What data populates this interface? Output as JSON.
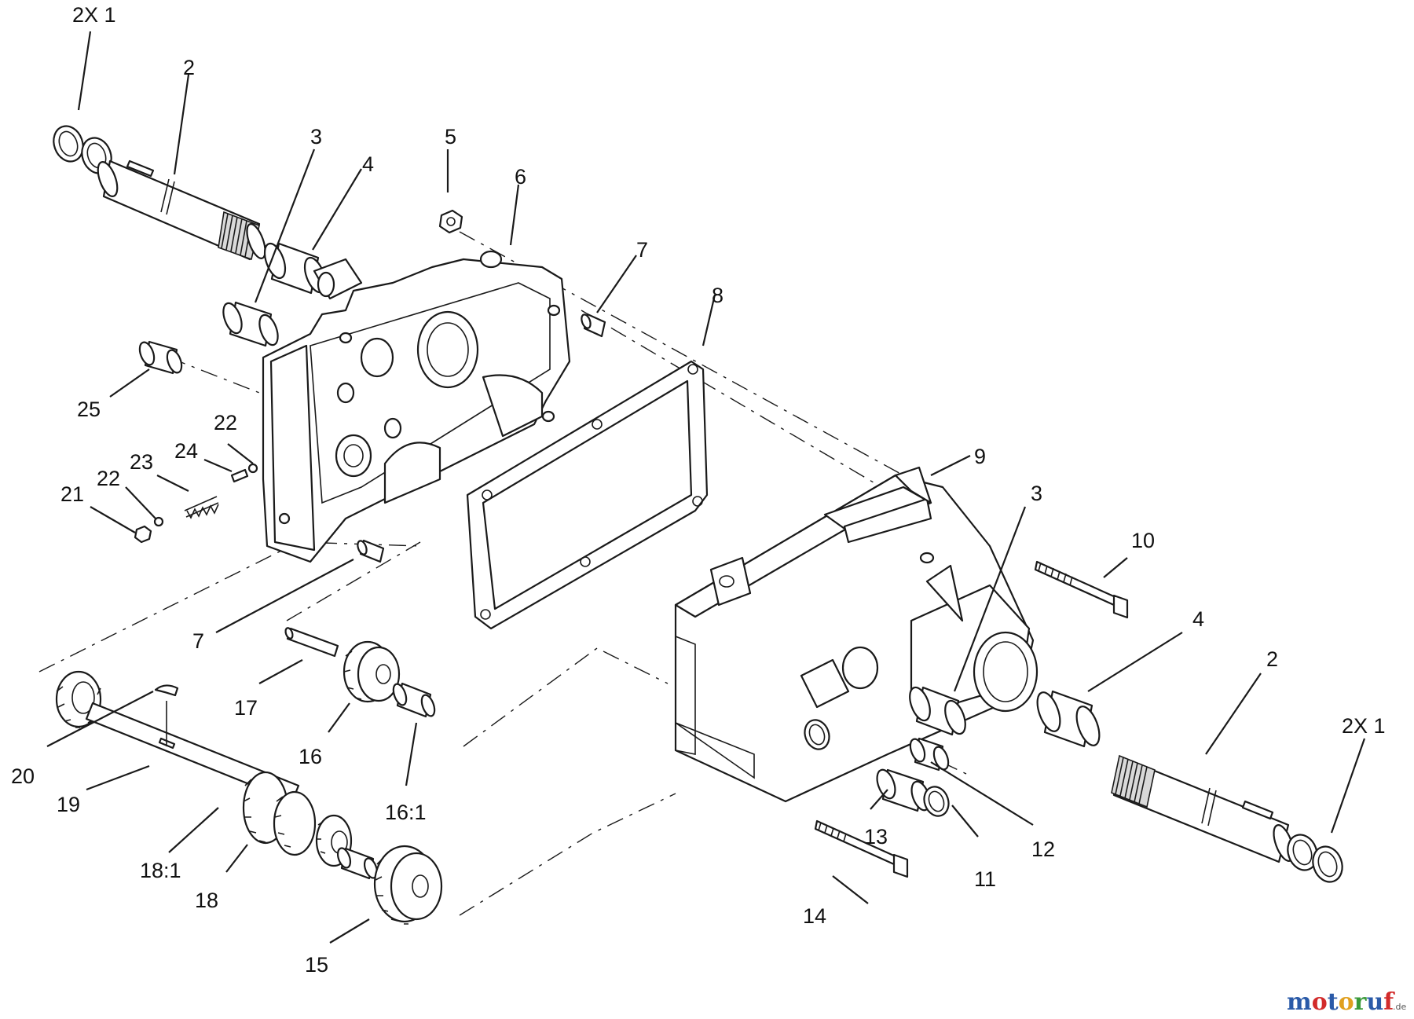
{
  "callouts": [
    {
      "id": "c-2x1-top",
      "text": "2X 1"
    },
    {
      "id": "c-2-top",
      "text": "2"
    },
    {
      "id": "c-3-top",
      "text": "3"
    },
    {
      "id": "c-4-top",
      "text": "4"
    },
    {
      "id": "c-5",
      "text": "5"
    },
    {
      "id": "c-6",
      "text": "6"
    },
    {
      "id": "c-7-top",
      "text": "7"
    },
    {
      "id": "c-8",
      "text": "8"
    },
    {
      "id": "c-25",
      "text": "25"
    },
    {
      "id": "c-22-top",
      "text": "22"
    },
    {
      "id": "c-24",
      "text": "24"
    },
    {
      "id": "c-23",
      "text": "23"
    },
    {
      "id": "c-22-left",
      "text": "22"
    },
    {
      "id": "c-21",
      "text": "21"
    },
    {
      "id": "c-9",
      "text": "9"
    },
    {
      "id": "c-3-right",
      "text": "3"
    },
    {
      "id": "c-10",
      "text": "10"
    },
    {
      "id": "c-4-right",
      "text": "4"
    },
    {
      "id": "c-2-right",
      "text": "2"
    },
    {
      "id": "c-2x1-right",
      "text": "2X 1"
    },
    {
      "id": "c-7-bottom",
      "text": "7"
    },
    {
      "id": "c-17",
      "text": "17"
    },
    {
      "id": "c-16",
      "text": "16"
    },
    {
      "id": "c-16-1",
      "text": "16:1"
    },
    {
      "id": "c-20",
      "text": "20"
    },
    {
      "id": "c-19",
      "text": "19"
    },
    {
      "id": "c-18-1",
      "text": "18:1"
    },
    {
      "id": "c-18",
      "text": "18"
    },
    {
      "id": "c-15",
      "text": "15"
    },
    {
      "id": "c-13",
      "text": "13"
    },
    {
      "id": "c-12",
      "text": "12"
    },
    {
      "id": "c-11",
      "text": "11"
    },
    {
      "id": "c-14",
      "text": "14"
    }
  ],
  "watermark": {
    "letters": [
      "m",
      "o",
      "t",
      "o",
      "r",
      "u",
      "f"
    ],
    "colors": [
      "#2a5aa8",
      "#d22b2b",
      "#2a5aa8",
      "#e0a020",
      "#3a9a3a",
      "#2a5aa8",
      "#d22b2b"
    ],
    "suffix": ".de"
  }
}
